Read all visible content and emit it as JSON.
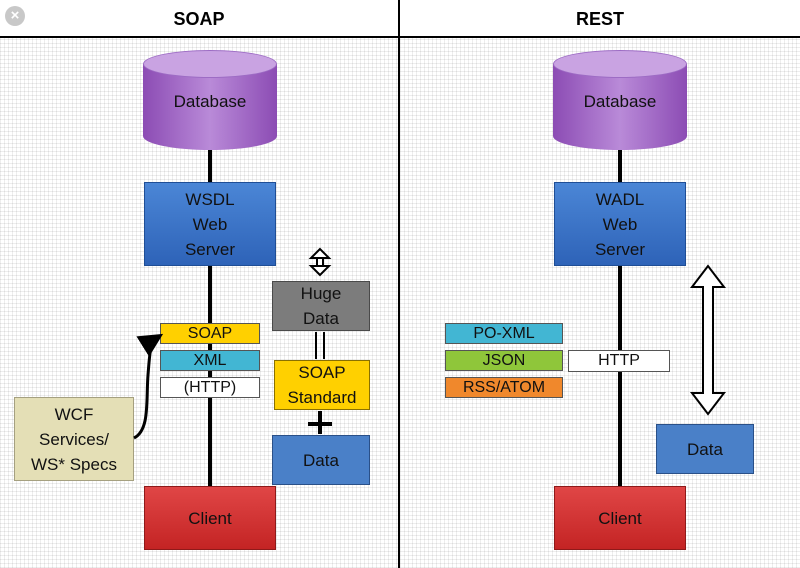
{
  "header": {
    "left_title": "SOAP",
    "right_title": "REST",
    "close_icon": "×"
  },
  "soap": {
    "database": "Database",
    "server_lines": [
      "WSDL",
      "Web",
      "Server"
    ],
    "tags": {
      "soap": "SOAP",
      "xml": "XML",
      "http": "(HTTP)"
    },
    "wcf_lines": [
      "WCF",
      "Services/",
      "WS* Specs"
    ],
    "huge_data_lines": [
      "Huge",
      "Data"
    ],
    "standard_lines": [
      "SOAP",
      "Standard"
    ],
    "data": "Data",
    "client": "Client"
  },
  "rest": {
    "database": "Database",
    "server_lines": [
      "WADL",
      "Web",
      "Server"
    ],
    "formats": {
      "poxml": "PO-XML",
      "json": "JSON",
      "rss": "RSS/ATOM"
    },
    "http": "HTTP",
    "data": "Data",
    "client": "Client"
  },
  "colors": {
    "database": "#9b5fc8",
    "server": "#3a72c8",
    "client": "#d33535",
    "soap_yellow": "#ffd000",
    "xml_cyan": "#42b6d3",
    "json_green": "#8fc63a",
    "rss_orange": "#f0882c",
    "wcf_khaki": "#e4dfb6",
    "huge_gray": "#7c7c7c"
  }
}
